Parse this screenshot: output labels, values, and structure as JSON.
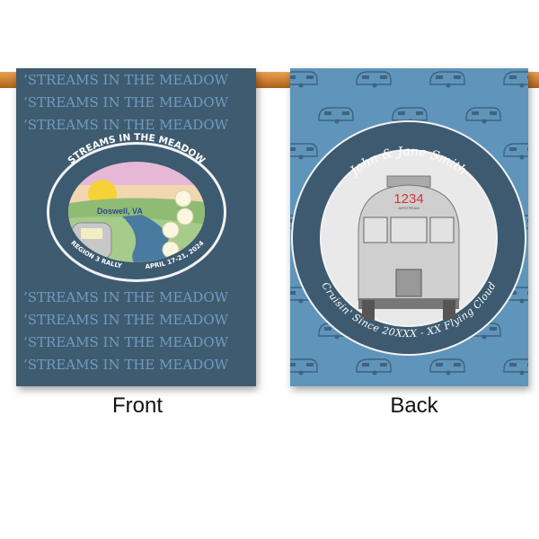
{
  "front": {
    "label": "Front",
    "pattern_text": "STREAMS IN THE MEADOW",
    "badge": {
      "title": "STREAMS IN THE MEADOW",
      "location": "Doswell, VA",
      "left_text": "REGION 3 RALLY",
      "right_text": "APRIL 17-21, 2024"
    },
    "colors": {
      "background": "#3e5b70",
      "pattern": "#6f9cc1"
    }
  },
  "back": {
    "label": "Back",
    "badge": {
      "top_text": "John & Jane Smith",
      "bottom_text": "Cruisin' Since 20XXX - XX Flying Cloud",
      "trailer_number": "1234",
      "trailer_brand": "AIRSTREAM"
    },
    "pattern_icon": "camper-trailer-icon",
    "colors": {
      "background": "#5f95ba",
      "ring": "#3d5a70",
      "number": "#d9343c"
    }
  },
  "pole_color": "#d08a3a"
}
